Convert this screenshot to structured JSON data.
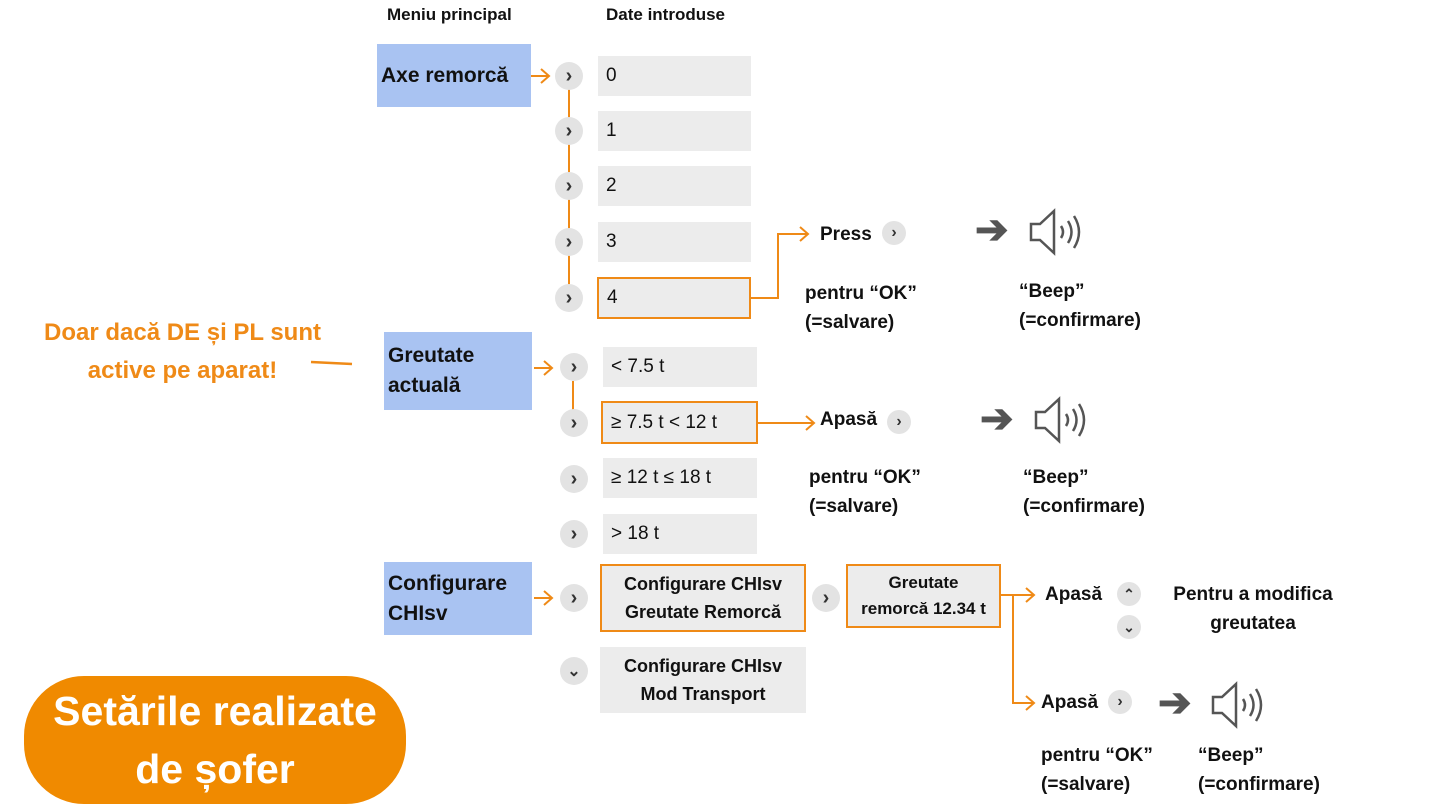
{
  "headers": {
    "main_menu": "Meniu principal",
    "entered_data": "Date introduse"
  },
  "menu": {
    "axles": "Axe remorcă",
    "weight": "Greutate actuală",
    "config": "Configurare CHIsv"
  },
  "axle_values": [
    "0",
    "1",
    "2",
    "3",
    "4"
  ],
  "weight_values": [
    "< 7.5 t",
    "≥ 7.5 t  < 12 t",
    "≥ 12 t  ≤ 18 t",
    "> 18 t"
  ],
  "config_items": {
    "trailer_weight": "Configurare CHIsv Greutate Remorcă",
    "transport_mode": "Configurare CHIsv Mod Transport",
    "weight_value": "Greutate remorcă 12.34 t"
  },
  "actions": {
    "press": "Press",
    "apasa": "Apasă",
    "for_ok": "pentru “OK”",
    "save": "(=salvare)",
    "beep": "“Beep”",
    "confirm": "(=confirmare)",
    "modify_1": "Pentru a modifica",
    "modify_2": "greutatea"
  },
  "note": "Doar dacă DE și PL sunt active pe aparat!",
  "pill": "Setările realizate de șofer",
  "colors": {
    "accent": "#ef8a17",
    "menu_bg": "#a9c3f2",
    "value_bg": "#ececec",
    "pill": "#f08a00"
  },
  "icons": [
    "chevron-right-icon",
    "chevron-down-icon",
    "chevron-up-icon",
    "arrow-right-icon",
    "speaker-icon"
  ]
}
